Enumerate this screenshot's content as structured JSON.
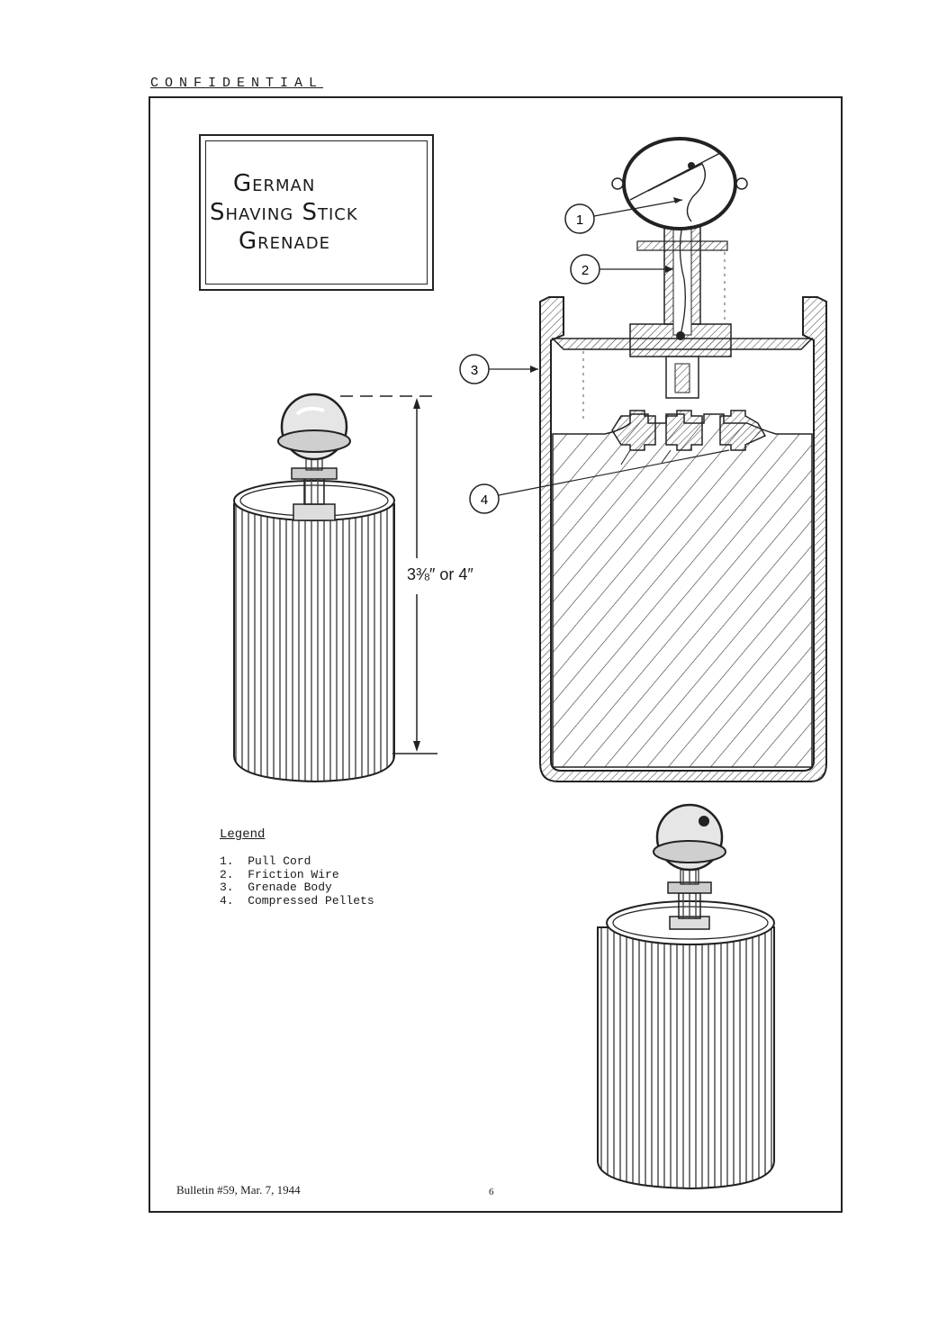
{
  "header": {
    "classification": "CONFIDENTIAL"
  },
  "title": {
    "lines": [
      "German",
      "Shaving Stick",
      "Grenade"
    ]
  },
  "dimension": {
    "label": "3⅜″ or 4″"
  },
  "callouts": [
    "1",
    "2",
    "3",
    "4"
  ],
  "legend": {
    "title": "Legend",
    "items": [
      "1.  Pull Cord",
      "2.  Friction Wire",
      "3.  Grenade Body",
      "4.  Compressed Pellets"
    ]
  },
  "footer": {
    "bulletin": "Bulletin #59, Mar. 7, 1944",
    "page": "6"
  }
}
